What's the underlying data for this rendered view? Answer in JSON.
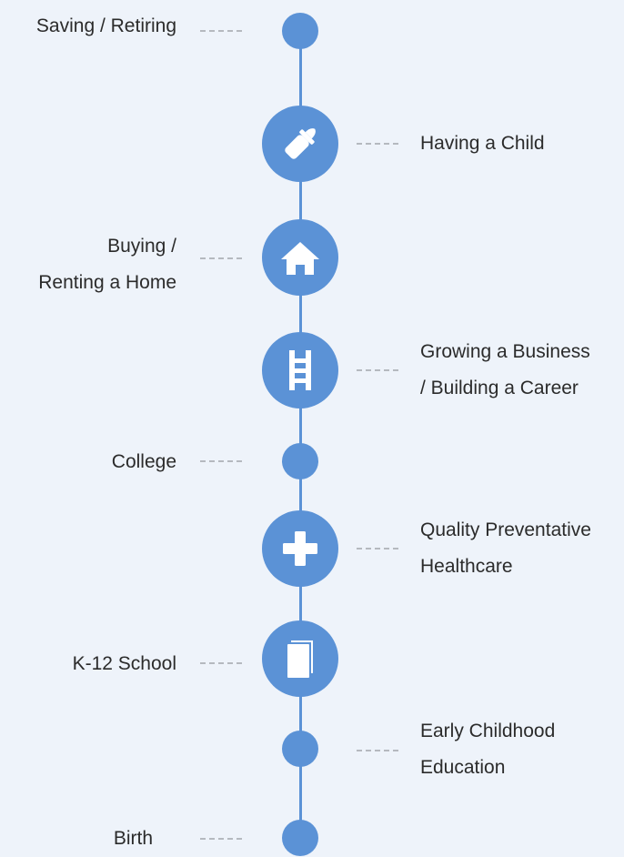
{
  "colors": {
    "accent": "#5b92d6",
    "dash": "#b5b9bf",
    "background": "#eef3fa"
  },
  "stages": [
    {
      "side": "left",
      "icon": "dot",
      "lines": [
        "Saving / Retiring"
      ]
    },
    {
      "side": "right",
      "icon": "baby-bottle-icon",
      "lines": [
        "Having a Child"
      ]
    },
    {
      "side": "left",
      "icon": "house-icon",
      "lines": [
        "Buying /",
        "Renting a Home"
      ]
    },
    {
      "side": "right",
      "icon": "ladder-icon",
      "lines": [
        "Growing a Business",
        "/ Building a Career"
      ]
    },
    {
      "side": "left",
      "icon": "dot",
      "lines": [
        "College"
      ]
    },
    {
      "side": "right",
      "icon": "plus-icon",
      "lines": [
        "Quality Preventative",
        "Healthcare"
      ]
    },
    {
      "side": "left",
      "icon": "book-icon",
      "lines": [
        "K-12 School"
      ]
    },
    {
      "side": "right",
      "icon": "dot",
      "lines": [
        "Early Childhood",
        "Education"
      ]
    },
    {
      "side": "left",
      "icon": "dot",
      "lines": [
        "Birth"
      ]
    }
  ]
}
